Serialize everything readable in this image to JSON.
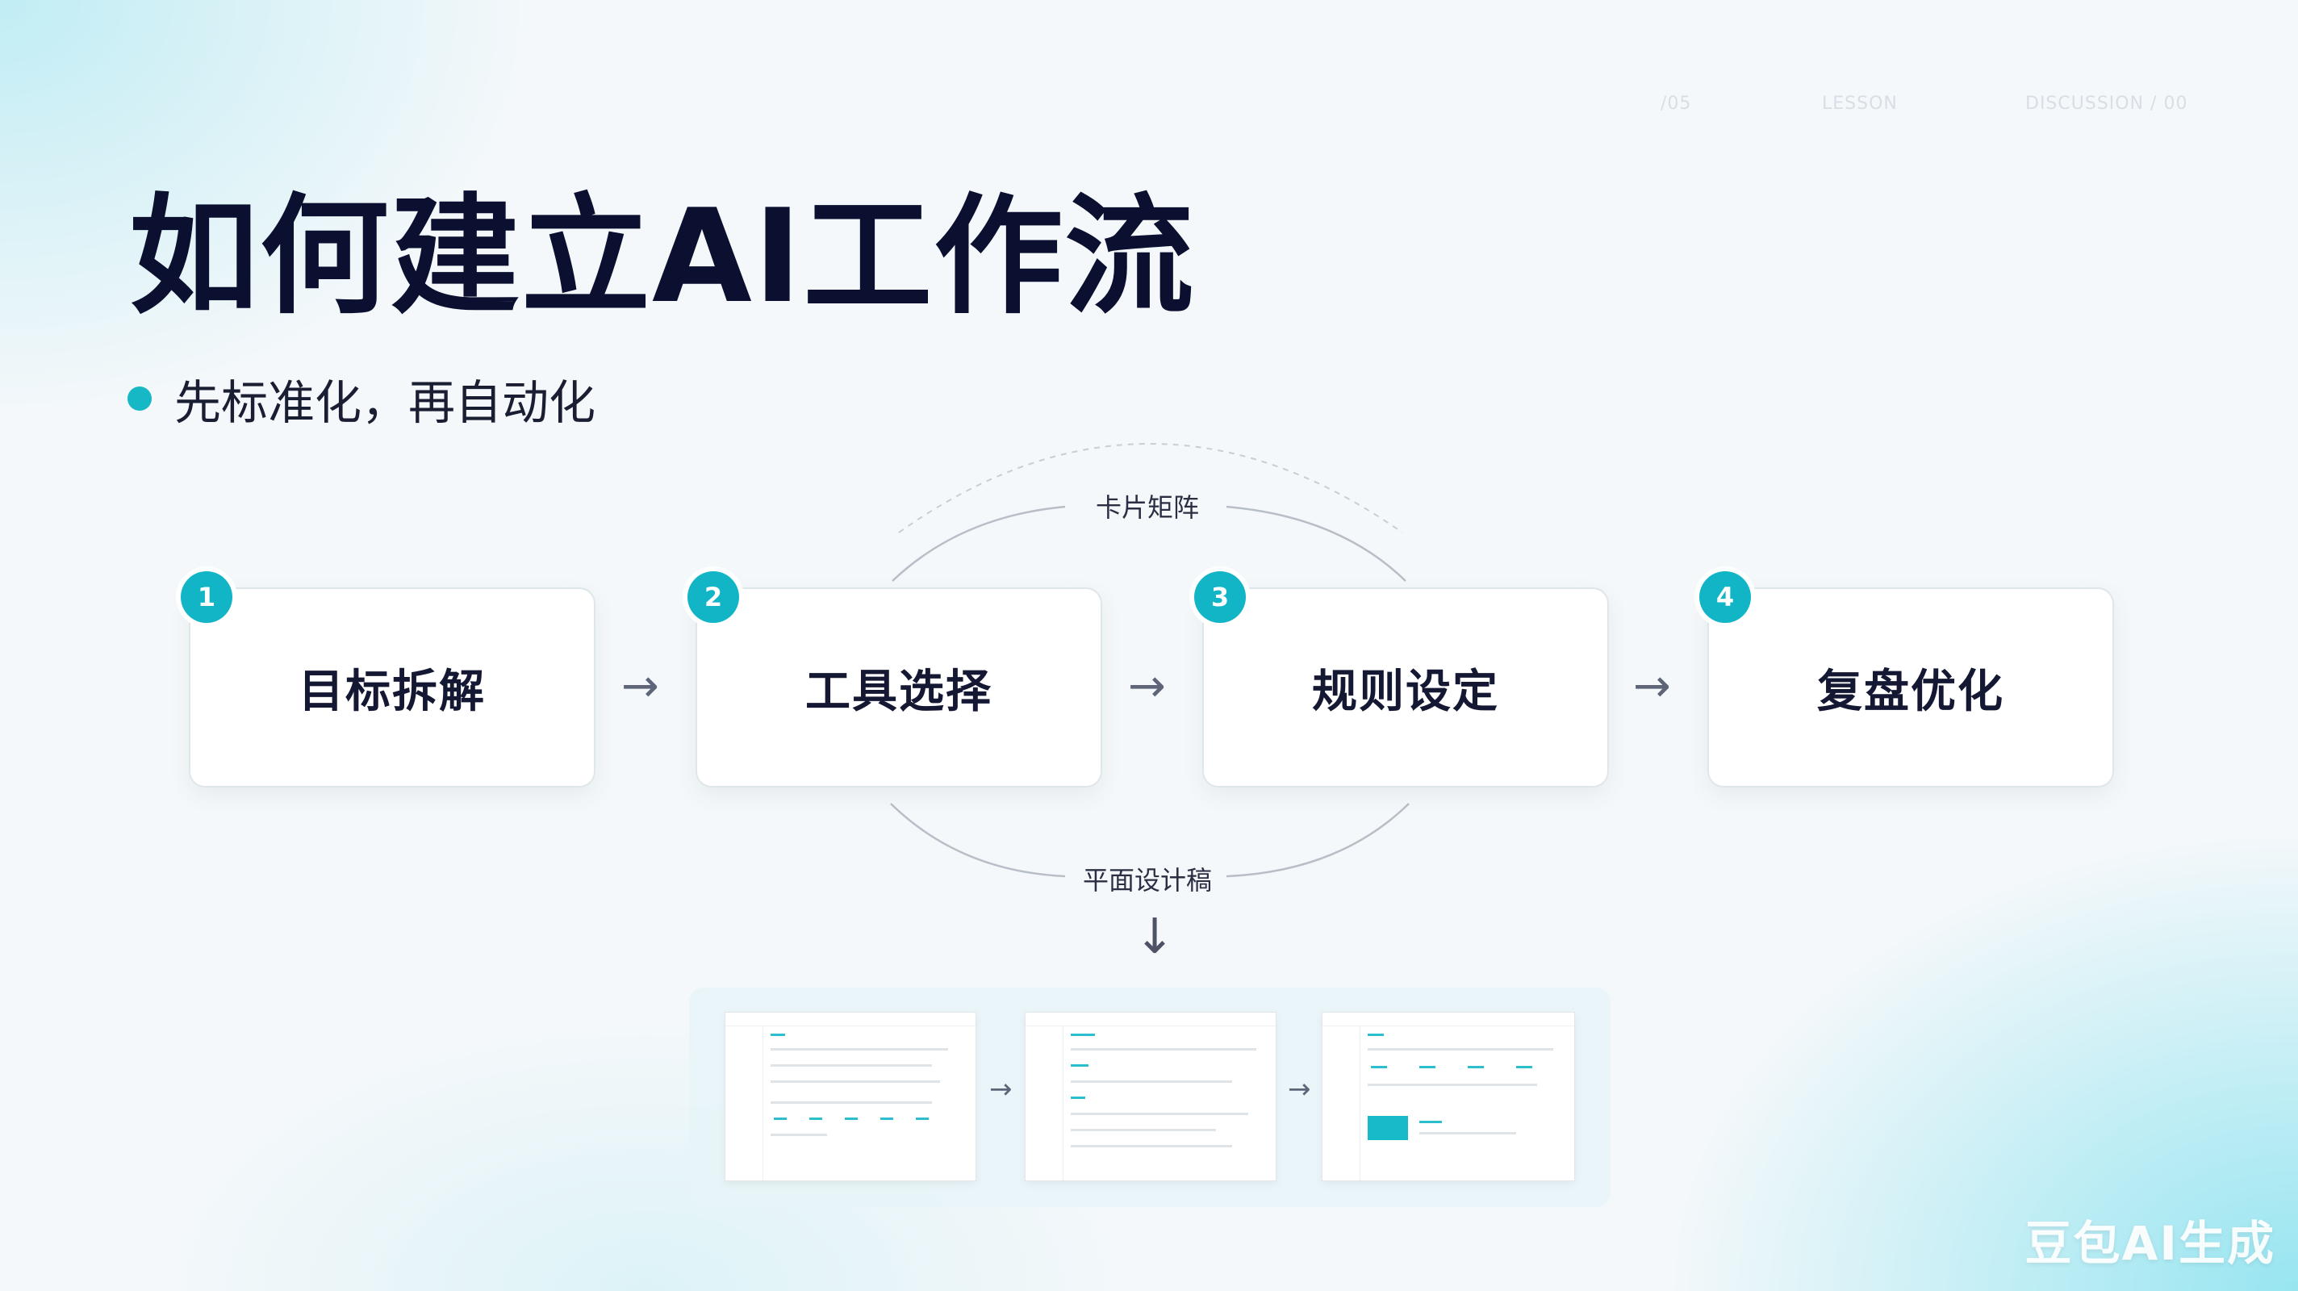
{
  "page": {
    "title": "如何建立AI工作流",
    "subtitle": "先标准化，再自动化"
  },
  "faint_nav": [
    "/05",
    "LESSON",
    "DISCUSSION / 00"
  ],
  "steps": [
    {
      "number": "1",
      "label": "目标拆解"
    },
    {
      "number": "2",
      "label": "工具选择"
    },
    {
      "number": "3",
      "label": "规则设定"
    },
    {
      "number": "4",
      "label": "复盘优化"
    }
  ],
  "flow_labels": {
    "top": "卡片矩阵",
    "bottom": "平面设计稿"
  },
  "arrows": {
    "right": "→",
    "down": "↓"
  },
  "watermark": "豆包AI生成",
  "colors": {
    "accent": "#12b5c6",
    "title": "#0b1030",
    "text": "#1a1e33"
  }
}
